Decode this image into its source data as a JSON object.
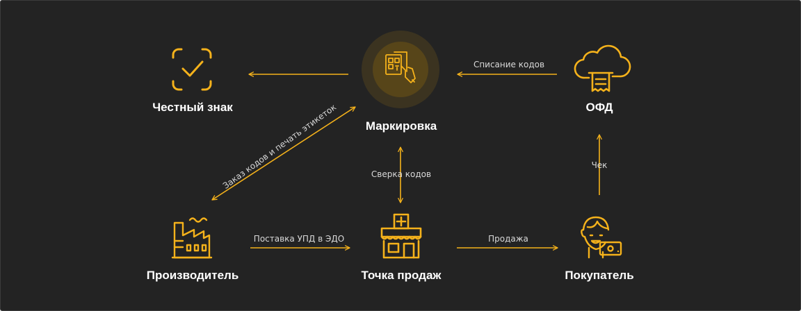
{
  "nodes": {
    "chestny_znak": "Честный знак",
    "markirovka": "Маркировка",
    "ofd": "ОФД",
    "proizvoditel": "Производитель",
    "tochka_prodazh": "Точка продаж",
    "pokupatel": "Покупатель"
  },
  "edges": {
    "spisanie": "Списание кодов",
    "zakaz": "Заказ кодов и печать этикеток",
    "sverka": "Сверка кодов",
    "chek": "Чек",
    "postavka": "Поставка УПД в ЭДО",
    "prodazha": "Продажа"
  },
  "colors": {
    "accent": "#f5b21b",
    "background": "#232323",
    "text": "#ffffff"
  },
  "icons": {
    "chestny_znak": "checkmark-frame-icon",
    "markirovka": "qr-scan-icon",
    "ofd": "cloud-receipt-icon",
    "proizvoditel": "factory-icon",
    "tochka_prodazh": "pharmacy-store-icon",
    "pokupatel": "customer-with-cash-icon"
  }
}
